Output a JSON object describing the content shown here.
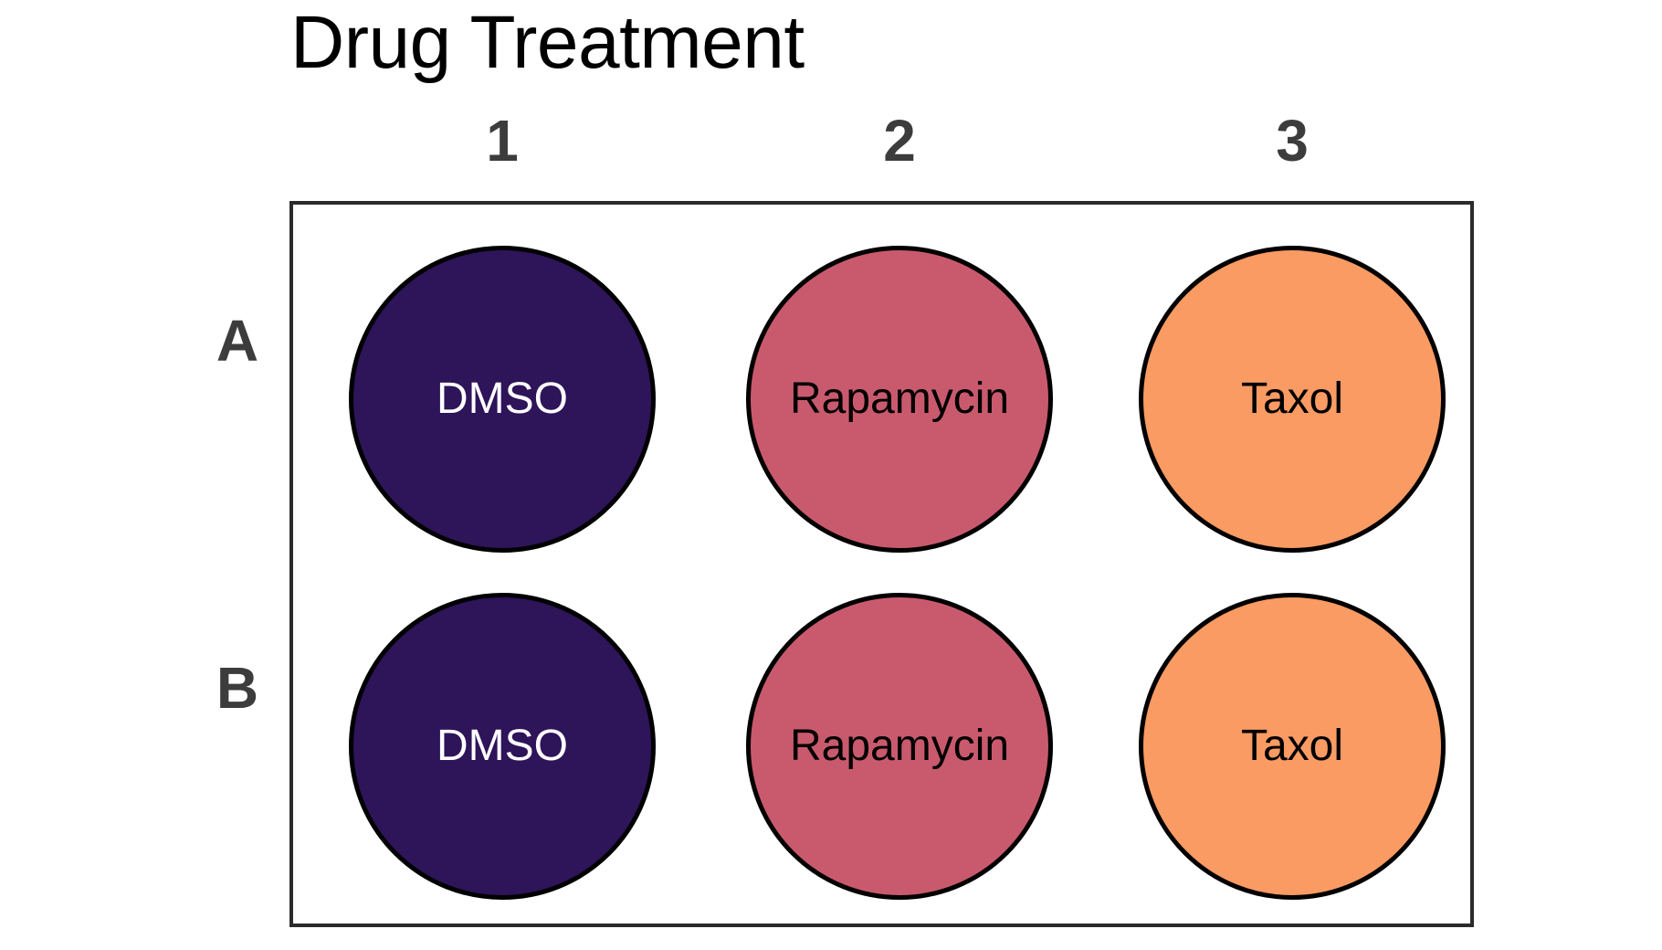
{
  "figure": {
    "title": "Drug Treatment",
    "type": "microplate-map",
    "background_color": "#ffffff"
  },
  "plate": {
    "border_color": "#2b2b2b",
    "column_headers": [
      "1",
      "2",
      "3"
    ],
    "row_headers": [
      "A",
      "B"
    ],
    "well_stroke_color": "#000000",
    "conditions": [
      {
        "name": "DMSO",
        "column": "1",
        "fill": "#2e1459",
        "text_color": "#ffffff"
      },
      {
        "name": "Rapamycin",
        "column": "2",
        "fill": "#c95a6e",
        "text_color": "#000000"
      },
      {
        "name": "Taxol",
        "column": "3",
        "fill": "#f99b63",
        "text_color": "#000000"
      }
    ],
    "wells": [
      {
        "id": "A1",
        "row": "A",
        "column": "1",
        "label": "DMSO",
        "fill": "#2e1459",
        "text_color": "#ffffff"
      },
      {
        "id": "A2",
        "row": "A",
        "column": "2",
        "label": "Rapamycin",
        "fill": "#c95a6e",
        "text_color": "#000000"
      },
      {
        "id": "A3",
        "row": "A",
        "column": "3",
        "label": "Taxol",
        "fill": "#f99b63",
        "text_color": "#000000"
      },
      {
        "id": "B1",
        "row": "B",
        "column": "1",
        "label": "DMSO",
        "fill": "#2e1459",
        "text_color": "#ffffff"
      },
      {
        "id": "B2",
        "row": "B",
        "column": "2",
        "label": "Rapamycin",
        "fill": "#c95a6e",
        "text_color": "#000000"
      },
      {
        "id": "B3",
        "row": "B",
        "column": "3",
        "label": "Taxol",
        "fill": "#f99b63",
        "text_color": "#000000"
      }
    ]
  }
}
